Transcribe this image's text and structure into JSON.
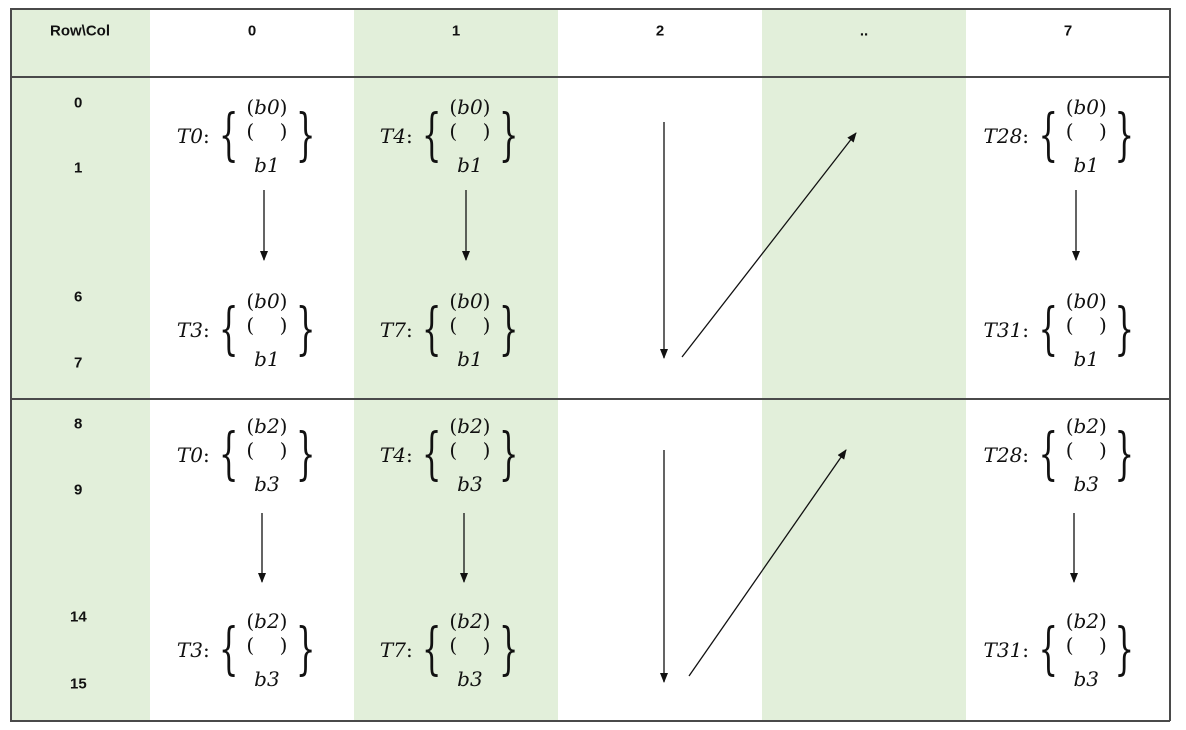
{
  "header": {
    "corner": "Row\\Col",
    "columns": [
      "0",
      "1",
      "2",
      "..",
      "7"
    ]
  },
  "rows": {
    "r0": "0",
    "r1": "1",
    "r6": "6",
    "r7": "7",
    "r8": "8",
    "r9": "9",
    "r14": "14",
    "r15": "15"
  },
  "entries": {
    "c0_top_a": {
      "t": "T0",
      "b1": "b0",
      "b2": "b1"
    },
    "c0_top_b": {
      "t": "T3",
      "b1": "b0",
      "b2": "b1"
    },
    "c0_bot_a": {
      "t": "T0",
      "b1": "b2",
      "b2": "b3"
    },
    "c0_bot_b": {
      "t": "T3",
      "b1": "b2",
      "b2": "b3"
    },
    "c1_top_a": {
      "t": "T4",
      "b1": "b0",
      "b2": "b1"
    },
    "c1_top_b": {
      "t": "T7",
      "b1": "b0",
      "b2": "b1"
    },
    "c1_bot_a": {
      "t": "T4",
      "b1": "b2",
      "b2": "b3"
    },
    "c1_bot_b": {
      "t": "T7",
      "b1": "b2",
      "b2": "b3"
    },
    "c7_top_a": {
      "t": "T28",
      "b1": "b0",
      "b2": "b1"
    },
    "c7_top_b": {
      "t": "T31",
      "b1": "b0",
      "b2": "b1"
    },
    "c7_bot_a": {
      "t": "T28",
      "b1": "b2",
      "b2": "b3"
    },
    "c7_bot_b": {
      "t": "T31",
      "b1": "b2",
      "b2": "b3"
    }
  },
  "colors": {
    "highlight": "#e2efda",
    "border": "#4a4a4a"
  }
}
